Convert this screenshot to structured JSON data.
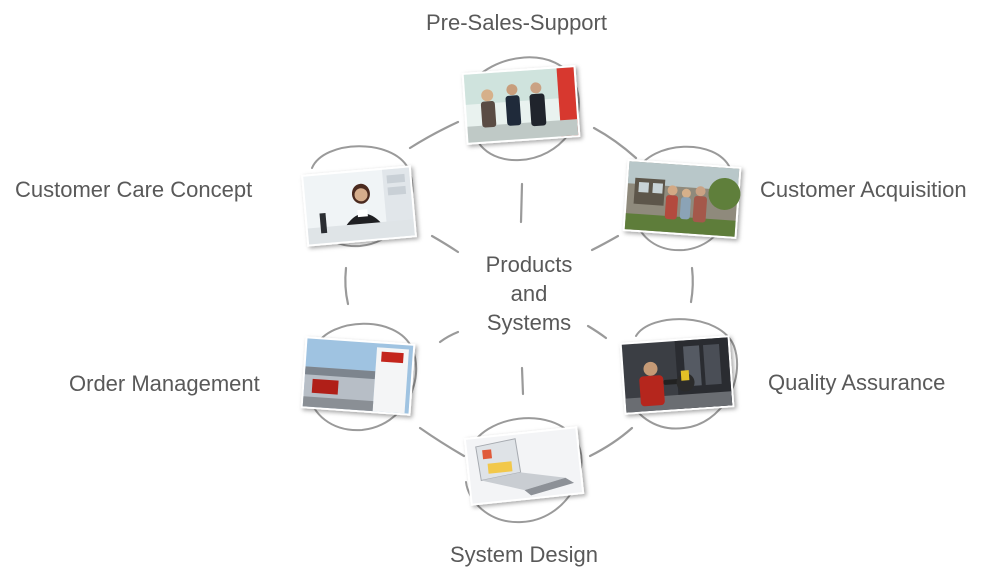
{
  "center": {
    "line1": "Products",
    "line2": "and",
    "line3": "Systems"
  },
  "nodes": {
    "pre_sales_support": {
      "label": "Pre-Sales-Support",
      "image_subject": "business-meeting-photo"
    },
    "customer_acquisition": {
      "label": "Customer Acquisition",
      "image_subject": "house-visit-photo"
    },
    "quality_assurance": {
      "label": "Quality Assurance",
      "image_subject": "technician-photo"
    },
    "system_design": {
      "label": "System Design",
      "image_subject": "laptop-photo"
    },
    "order_management": {
      "label": "Order Management",
      "image_subject": "warehouse-photo"
    },
    "customer_care_concept": {
      "label": "Customer Care Concept",
      "image_subject": "call-center-photo"
    }
  },
  "colors": {
    "text": "#595959",
    "sketch_line": "#9a9a9a"
  }
}
